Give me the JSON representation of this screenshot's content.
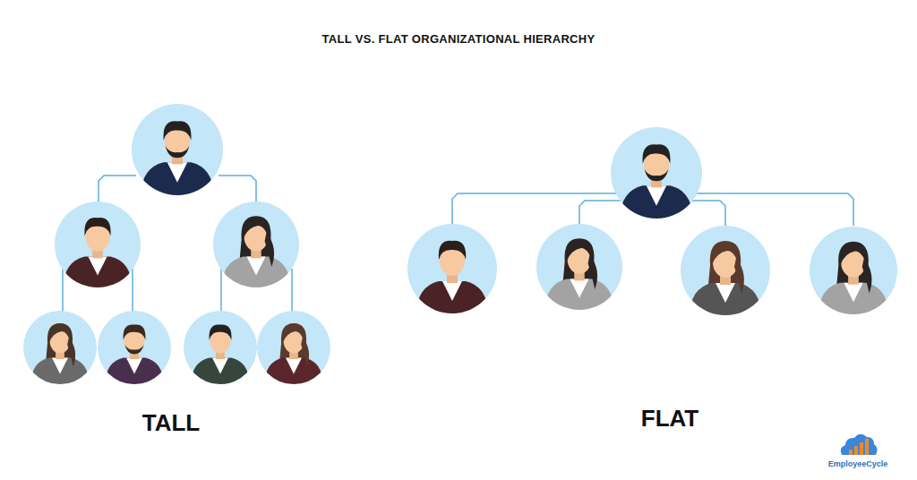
{
  "diagram": {
    "title": "TALL VS. FLAT ORGANIZATIONAL HIERARCHY",
    "labels": [
      "TALL",
      "FLAT",
      "EmployeeCycle"
    ]
  }
}
